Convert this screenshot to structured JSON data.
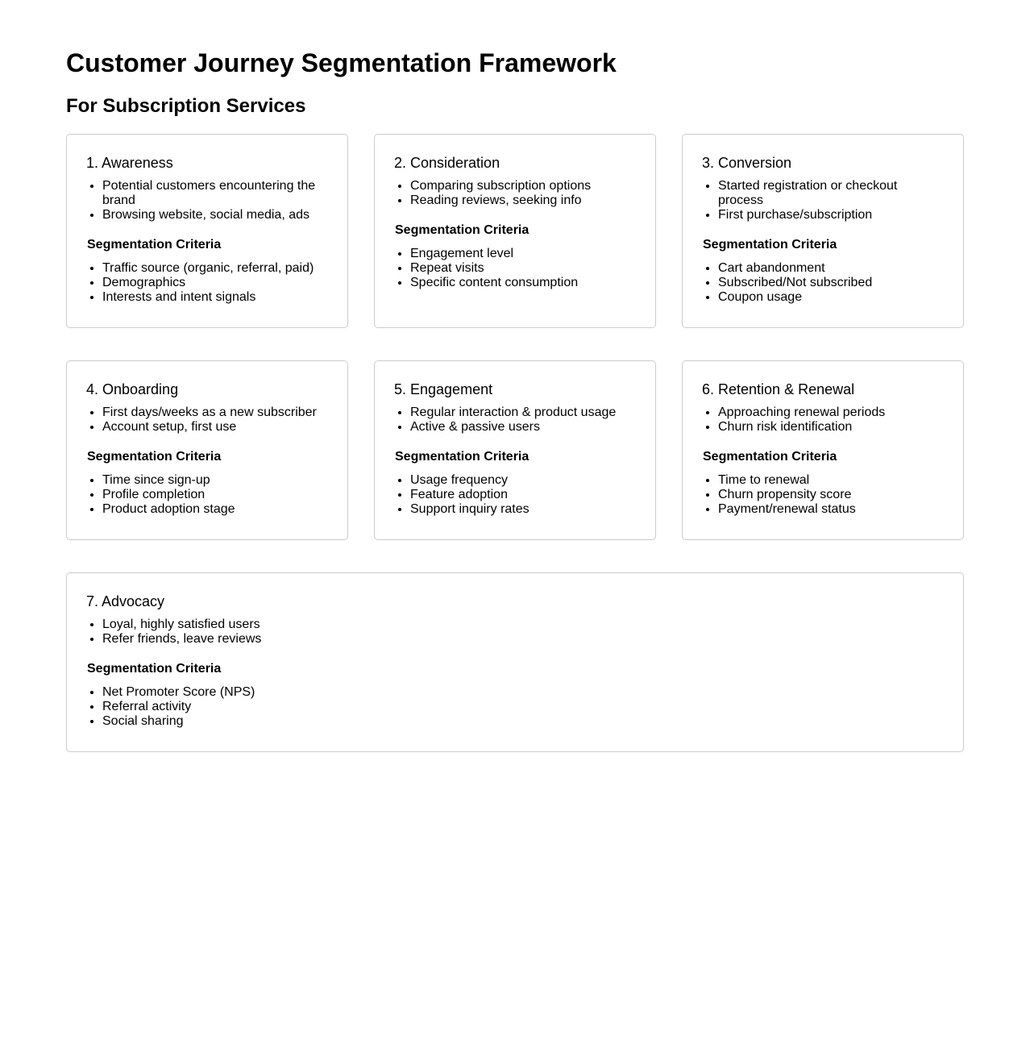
{
  "header": {
    "title": "Customer Journey Segmentation Framework",
    "subtitle": "For Subscription Services"
  },
  "criteria_label": "Segmentation Criteria",
  "stages": [
    {
      "title": "1. Awareness",
      "points": [
        "Potential customers encountering the brand",
        "Browsing website, social media, ads"
      ],
      "criteria": [
        "Traffic source (organic, referral, paid)",
        "Demographics",
        "Interests and intent signals"
      ]
    },
    {
      "title": "2. Consideration",
      "points": [
        "Comparing subscription options",
        "Reading reviews, seeking info"
      ],
      "criteria": [
        "Engagement level",
        "Repeat visits",
        "Specific content consumption"
      ]
    },
    {
      "title": "3. Conversion",
      "points": [
        "Started registration or checkout process",
        "First purchase/subscription"
      ],
      "criteria": [
        "Cart abandonment",
        "Subscribed/Not subscribed",
        "Coupon usage"
      ]
    },
    {
      "title": "4. Onboarding",
      "points": [
        "First days/weeks as a new subscriber",
        "Account setup, first use"
      ],
      "criteria": [
        "Time since sign-up",
        "Profile completion",
        "Product adoption stage"
      ]
    },
    {
      "title": "5. Engagement",
      "points": [
        "Regular interaction & product usage",
        "Active & passive users"
      ],
      "criteria": [
        "Usage frequency",
        "Feature adoption",
        "Support inquiry rates"
      ]
    },
    {
      "title": "6. Retention & Renewal",
      "points": [
        "Approaching renewal periods",
        "Churn risk identification"
      ],
      "criteria": [
        "Time to renewal",
        "Churn propensity score",
        "Payment/renewal status"
      ]
    },
    {
      "title": "7. Advocacy",
      "points": [
        "Loyal, highly satisfied users",
        "Refer friends, leave reviews"
      ],
      "criteria": [
        "Net Promoter Score (NPS)",
        "Referral activity",
        "Social sharing"
      ]
    }
  ]
}
